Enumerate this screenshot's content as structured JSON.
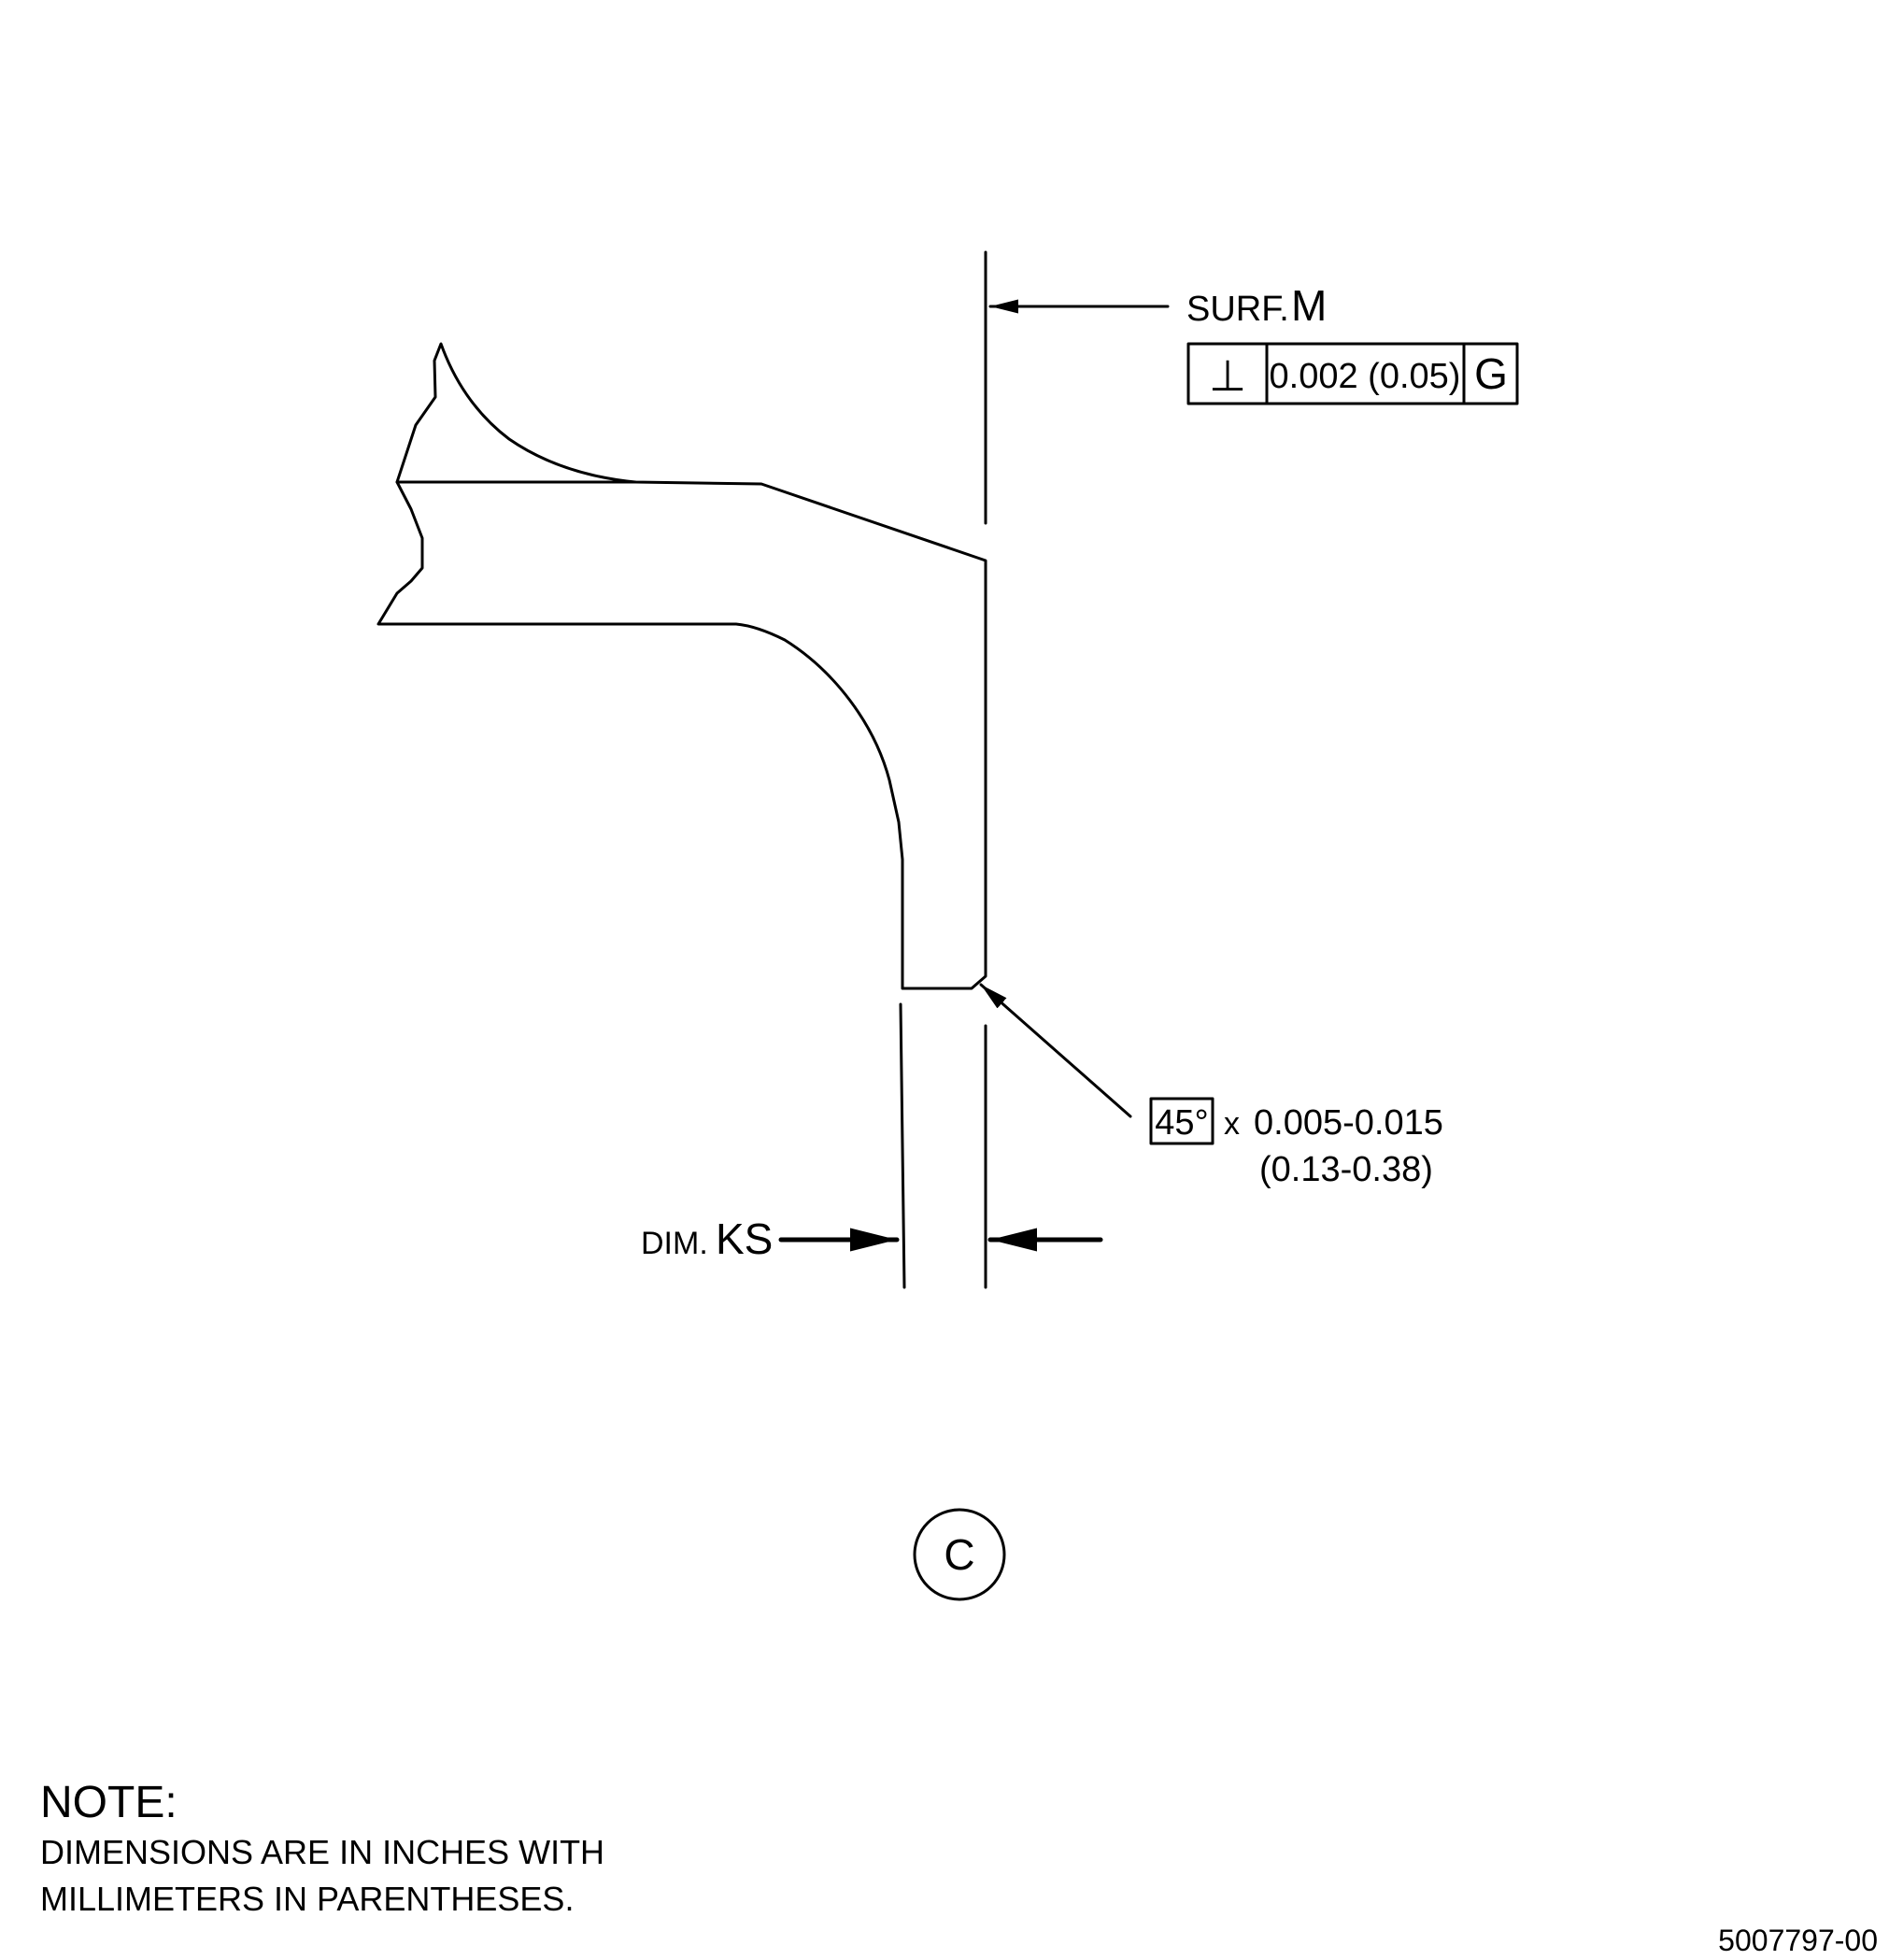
{
  "surface_callout": {
    "prefix": "SURF.",
    "letter": "M"
  },
  "control_frame": {
    "symbol": "⊥",
    "tolerance": "0.002 (0.05)",
    "datum": "G"
  },
  "chamfer_callout": {
    "angle": "45°",
    "times": "x",
    "size_in": "0.005-0.015",
    "size_mm": "(0.13-0.38)"
  },
  "dimension_callout": {
    "prefix": "DIM.",
    "letter": "KS"
  },
  "view_label": "C",
  "note": {
    "title": "NOTE:",
    "line1": "DIMENSIONS ARE IN INCHES WITH",
    "line2": "MILLIMETERS IN PARENTHESES."
  },
  "document_id": "5007797-00"
}
